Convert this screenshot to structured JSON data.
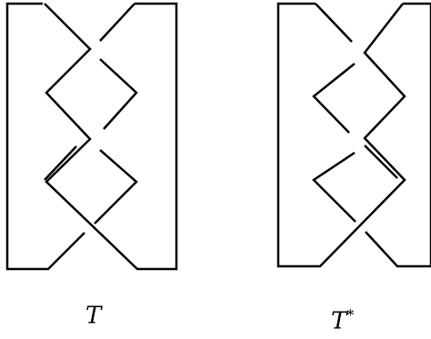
{
  "panels": [
    {
      "id": "T",
      "label": "T",
      "superscript": ""
    },
    {
      "id": "T-star",
      "label": "T",
      "superscript": "*"
    }
  ],
  "style": {
    "stroke_color": "#000000",
    "background_color": "#ffffff"
  }
}
